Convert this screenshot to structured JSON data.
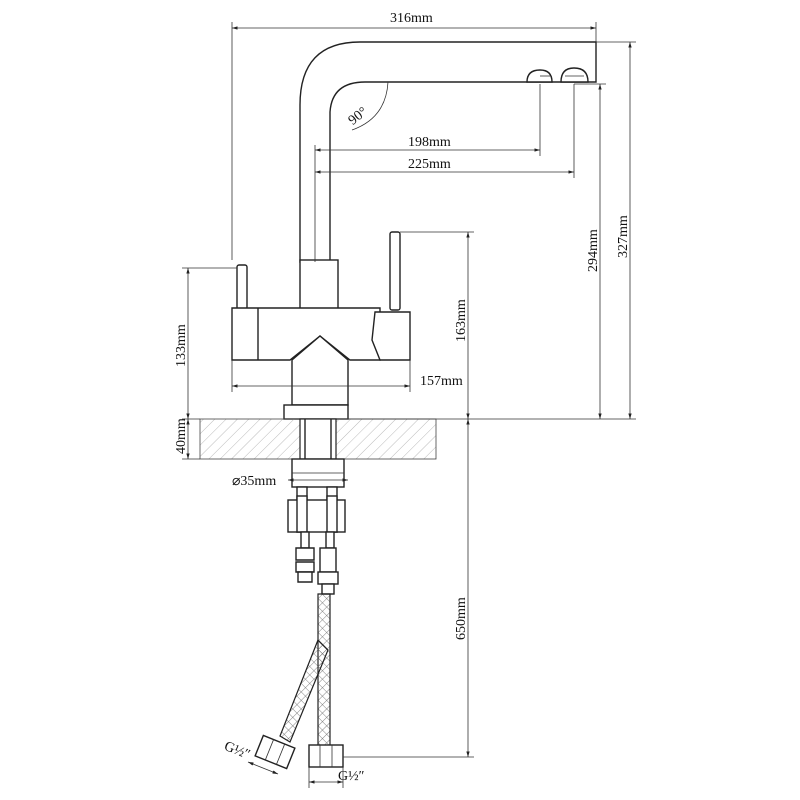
{
  "diagram": {
    "dimensions": {
      "spout_width": "316mm",
      "angle": "90°",
      "outlet_1_reach": "198mm",
      "outlet_2_reach": "225mm",
      "outlet_1_height": "294mm",
      "spout_height": "327mm",
      "body_height": "163mm",
      "handle_height": "133mm",
      "body_width": "157mm",
      "counter_thickness": "40mm",
      "shank_diameter": "⌀35mm",
      "hose_length": "650mm",
      "thread_left": "G½″",
      "thread_right": "G½″"
    }
  }
}
